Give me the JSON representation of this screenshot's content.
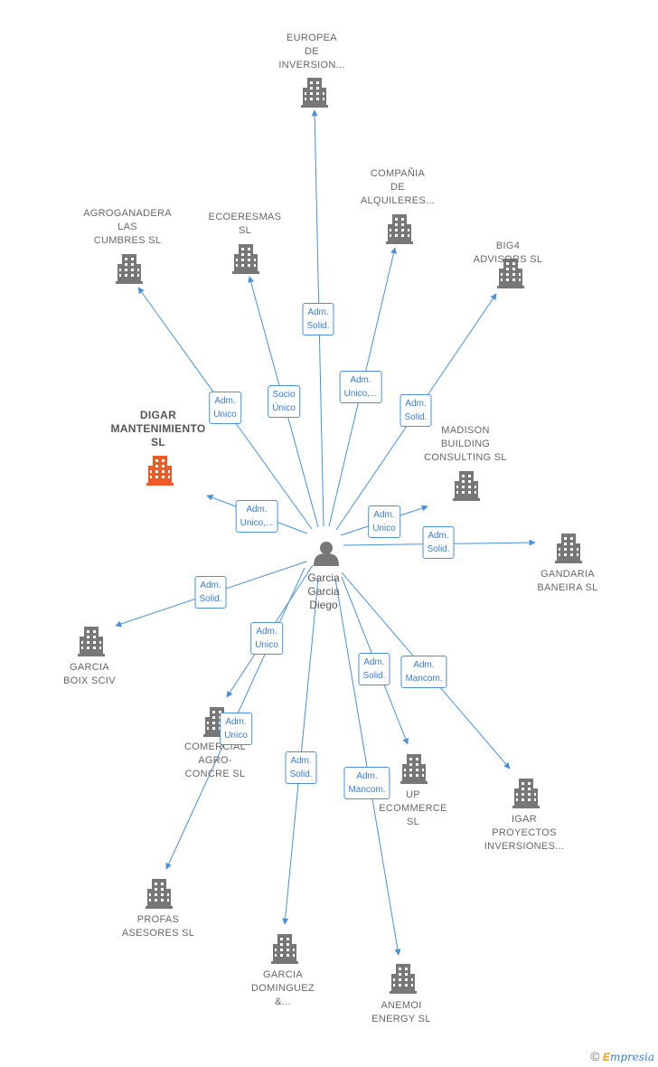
{
  "colors": {
    "edge": "#4a8fd8",
    "building": "#777777",
    "highlight": "#f05a28"
  },
  "person": {
    "lines": [
      "Garcia",
      "Garcia",
      "Diego"
    ]
  },
  "nodes": [
    {
      "id": "europea",
      "lines": [
        "EUROPEA",
        "DE",
        "INVERSION..."
      ],
      "highlight": false
    },
    {
      "id": "compania",
      "lines": [
        "COMPAÑIA",
        "DE",
        "ALQUILERES..."
      ],
      "highlight": false
    },
    {
      "id": "agroganadera",
      "lines": [
        "AGROGANADERA",
        "LAS",
        "CUMBRES SL"
      ],
      "highlight": false
    },
    {
      "id": "ecoeresmas",
      "lines": [
        "ECOERESMAS",
        "SL"
      ],
      "highlight": false
    },
    {
      "id": "big4",
      "lines": [
        "BIG4",
        "ADVISORS  SL"
      ],
      "highlight": false
    },
    {
      "id": "digar",
      "lines": [
        "DIGAR",
        "MANTENIMIENTO",
        "SL"
      ],
      "highlight": true
    },
    {
      "id": "madison",
      "lines": [
        "MADISON",
        "BUILDING",
        "CONSULTING SL"
      ],
      "highlight": false
    },
    {
      "id": "gandaria",
      "lines": [
        "GANDARIA",
        "BANEIRA  SL"
      ],
      "highlight": false
    },
    {
      "id": "garciaboix",
      "lines": [
        "GARCIA",
        "BOIX SCIV"
      ],
      "highlight": false
    },
    {
      "id": "comercial",
      "lines": [
        "COMERCIAL",
        "AGRO-",
        "CONCRE  SL"
      ],
      "highlight": false
    },
    {
      "id": "up",
      "lines": [
        "UP",
        "ECOMMERCE",
        "SL"
      ],
      "highlight": false
    },
    {
      "id": "igar",
      "lines": [
        "IGAR",
        "PROYECTOS",
        "INVERSIONES..."
      ],
      "highlight": false
    },
    {
      "id": "profas",
      "lines": [
        "PROFAS",
        "ASESORES SL"
      ],
      "highlight": false
    },
    {
      "id": "garciadominguez",
      "lines": [
        "GARCIA",
        "DOMINGUEZ",
        "&..."
      ],
      "highlight": false
    },
    {
      "id": "anemoi",
      "lines": [
        "ANEMOI",
        "ENERGY  SL"
      ],
      "highlight": false
    }
  ],
  "relations": [
    {
      "target": "europea",
      "lines": [
        "Adm.",
        "Solid."
      ]
    },
    {
      "target": "compania",
      "lines": [
        "Adm.",
        "Unico,..."
      ]
    },
    {
      "target": "agroganadera",
      "lines": [
        "Adm.",
        "Unico"
      ]
    },
    {
      "target": "ecoeresmas",
      "lines": [
        "Socio",
        "Único"
      ]
    },
    {
      "target": "big4",
      "lines": [
        "Adm.",
        "Solid."
      ]
    },
    {
      "target": "digar",
      "lines": [
        "Adm.",
        "Unico,..."
      ]
    },
    {
      "target": "madison",
      "lines": [
        "Adm.",
        "Unico"
      ]
    },
    {
      "target": "gandaria",
      "lines": [
        "Adm.",
        "Solid."
      ]
    },
    {
      "target": "garciaboix",
      "lines": [
        "Adm.",
        "Solid."
      ]
    },
    {
      "target": "comercial",
      "lines": [
        "Adm.",
        "Unico"
      ]
    },
    {
      "target": "profas",
      "lines": [
        "Adm.",
        "Unico"
      ]
    },
    {
      "target": "up",
      "lines": [
        "Adm.",
        "Solid."
      ]
    },
    {
      "target": "igar",
      "lines": [
        "Adm.",
        "Mancom."
      ]
    },
    {
      "target": "garciadominguez",
      "lines": [
        "Adm.",
        "Solid."
      ]
    },
    {
      "target": "anemoi",
      "lines": [
        "Adm.",
        "Mancom."
      ]
    }
  ],
  "credit": {
    "symbol": "©",
    "initial": "E",
    "brand": "mpresia"
  }
}
